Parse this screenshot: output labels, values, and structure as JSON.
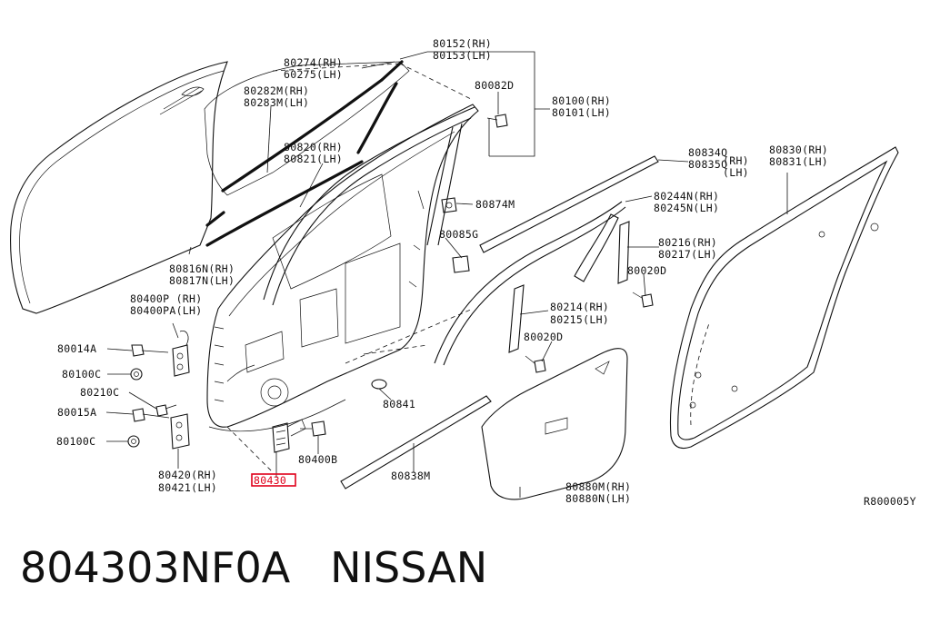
{
  "diagram_id": "R800005Y",
  "highlight_color": "#e0001a",
  "callouts": {
    "p80152": "80152(RH)",
    "p80153": "80153(LH)",
    "p80274": "80274(RH)",
    "p80275": "60275(LH)",
    "p80282": "80282M(RH)",
    "p80283": "80283M(LH)",
    "p80082": "80082D",
    "p80100": "80100(RH)",
    "p80101": "80101(LH)",
    "p80820": "80820(RH)",
    "p80821": "80821(LH)",
    "p80874": "80874M",
    "p80085": "80085G",
    "p80816": "80816N(RH)",
    "p80817": "80817N(LH)",
    "p80400p": "80400P (RH)",
    "p80400pa": "80400PA(LH)",
    "p80014": "80014A",
    "p80100c1": "80100C",
    "p80210c": "80210C",
    "p80015": "80015A",
    "p80100c2": "80100C",
    "p80420": "80420(RH)",
    "p80421": "80421(LH)",
    "p80430": "80430",
    "p80400b": "80400B",
    "p80838": "80838M",
    "p80841": "80841",
    "p80834": "80834Q",
    "p80834rh": "(RH)",
    "p80835": "80835Q",
    "p80835lh": "(LH)",
    "p80244": "80244N(RH)",
    "p80245": "80245N(LH)",
    "p80216": "80216(RH)",
    "p80217": "80217(LH)",
    "p80020d1": "80020D",
    "p80214": "80214(RH)",
    "p80215": "80215(LH)",
    "p80020d2": "80020D",
    "p80830": "80830(RH)",
    "p80831": "80831(LH)",
    "p80880m": "80880M(RH)",
    "p80880n": "80880N(LH)"
  },
  "footer": {
    "part_number": "804303NF0A",
    "brand": "NISSAN"
  }
}
